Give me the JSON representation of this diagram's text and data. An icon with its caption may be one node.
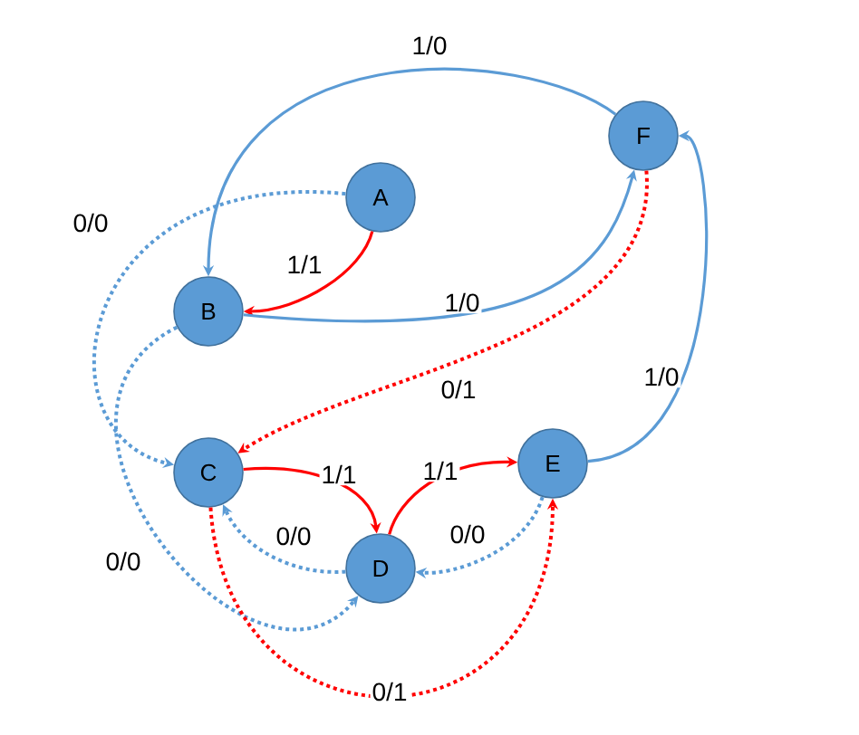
{
  "diagram": {
    "nodes": [
      {
        "text": [
          "A"
        ]
      },
      {
        "text": [
          "B"
        ]
      },
      {
        "text": [
          "C"
        ]
      },
      {
        "text": [
          "D"
        ]
      },
      {
        "text": [
          "E"
        ]
      },
      {
        "text": [
          "F"
        ]
      }
    ],
    "edges": [
      {
        "from": 0,
        "to": 1,
        "arrow": "to",
        "label": "1/1",
        "color": "#ff0000"
      },
      {
        "from": 0,
        "to": 2,
        "arrow": "to",
        "label": "0/0",
        "style": "dashed"
      },
      {
        "from": 5,
        "to": 1,
        "arrow": "to",
        "label": "1/0"
      },
      {
        "from": 1,
        "to": 5,
        "arrow": "to",
        "label": "1/0"
      },
      {
        "from": 1,
        "to": 3,
        "arrow": "to",
        "label": "0/0",
        "style": "dashed"
      },
      {
        "from": 5,
        "to": 2,
        "arrow": "to",
        "label": "0/1",
        "style": "dashed",
        "color": "#ff0000"
      },
      {
        "from": 2,
        "to": 3,
        "arrow": "to",
        "label": "1/1",
        "color": "#ff0000"
      },
      {
        "from": 3,
        "to": 4,
        "arrow": "to",
        "label": "1/1",
        "color": "#ff0000"
      },
      {
        "from": 3,
        "to": 2,
        "arrow": "to",
        "label": "0/0",
        "style": "dashed"
      },
      {
        "from": 4,
        "to": 3,
        "arrow": "to",
        "label": "0/0",
        "style": "dashed"
      },
      {
        "from": 2,
        "to": 4,
        "arrow": "to",
        "label": "0/1",
        "style": "dashed",
        "color": "#ff0000"
      },
      {
        "from": 4,
        "to": 5,
        "arrow": "to",
        "label": "1/0"
      }
    ]
  }
}
